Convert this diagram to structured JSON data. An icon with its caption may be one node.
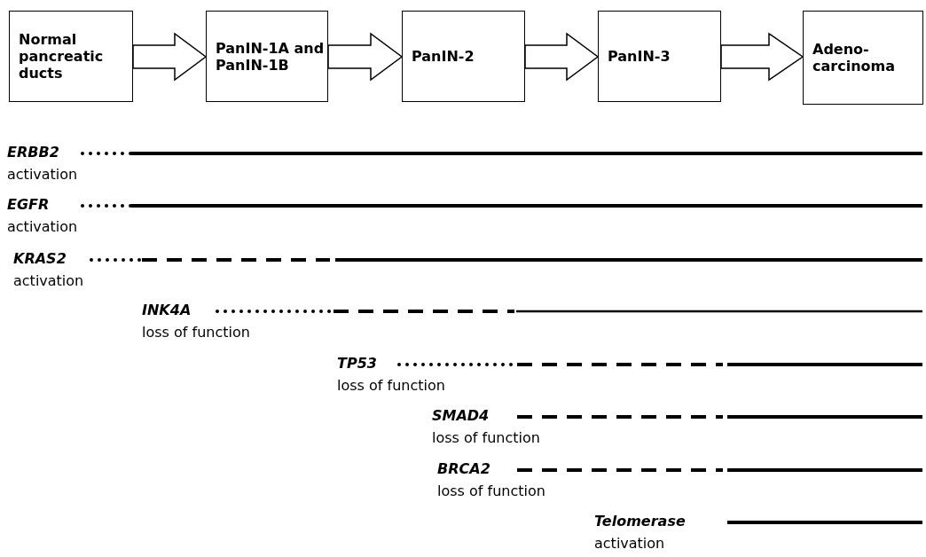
{
  "diagram": {
    "nodes": [
      {
        "text": [
          "Normal pancreatic ducts"
        ]
      },
      {
        "text": [
          "PanIN-1A and PanIN-1B"
        ]
      },
      {
        "text": [
          "PanIN-2"
        ]
      },
      {
        "text": [
          "PanIN-3"
        ]
      },
      {
        "text": [
          "Adeno- carcinoma"
        ]
      }
    ],
    "edges": [
      {
        "from": 0,
        "to": 1,
        "arrow": "to"
      },
      {
        "from": 1,
        "to": 2,
        "arrow": "to"
      },
      {
        "from": 2,
        "to": 3,
        "arrow": "to"
      },
      {
        "from": 3,
        "to": 4,
        "arrow": "to"
      }
    ],
    "labels": [
      "ERBB2",
      "activation",
      "EGFR",
      "activation",
      "KRAS2",
      "activation",
      "INK4A",
      "loss of function",
      "TP53",
      "loss of function",
      "SMAD4",
      "loss of function",
      "BRCA2",
      "loss of function",
      "Telomerase",
      "activation"
    ]
  }
}
